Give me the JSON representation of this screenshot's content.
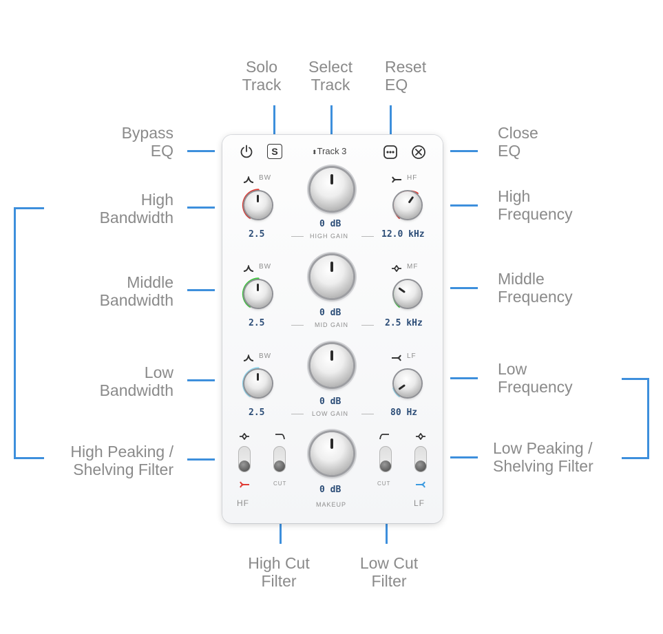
{
  "callouts": {
    "solo_track": "Solo\nTrack",
    "select_track": "Select\nTrack",
    "reset_eq": "Reset\nEQ",
    "bypass_eq": "Bypass\nEQ",
    "close_eq": "Close\nEQ",
    "high_bandwidth": "High\nBandwidth",
    "high_frequency": "High\nFrequency",
    "middle_bandwidth": "Middle\nBandwidth",
    "middle_frequency": "Middle\nFrequency",
    "low_bandwidth": "Low\nBandwidth",
    "low_frequency": "Low\nFrequency",
    "high_peaking_shelving": "High Peaking /\nShelving Filter",
    "low_peaking_shelving": "Low Peaking /\nShelving Filter",
    "high_cut": "High Cut\nFilter",
    "low_cut": "Low Cut\nFilter"
  },
  "toolbar": {
    "solo_label": "S",
    "track_label": "Track 3",
    "track_arrows": "⬍"
  },
  "high_band": {
    "bw_label": "BW",
    "bw_value": "2.5",
    "gain_value": "0 dB",
    "gain_label": "HIGH GAIN",
    "freq_label": "HF",
    "freq_value": "12.0 kHz",
    "ring_color": "#e03a33"
  },
  "mid_band": {
    "bw_label": "BW",
    "bw_value": "2.5",
    "gain_value": "0 dB",
    "gain_label": "MID GAIN",
    "freq_label": "MF",
    "freq_value": "2.5 kHz",
    "ring_color": "#3ccb3c"
  },
  "low_band": {
    "bw_label": "BW",
    "bw_value": "2.5",
    "gain_value": "0 dB",
    "gain_label": "LOW GAIN",
    "freq_label": "LF",
    "freq_value": "80 Hz",
    "ring_color": "#8fd6ee"
  },
  "bottom": {
    "hf_label": "HF",
    "lf_label": "LF",
    "cut_left": "CUT",
    "cut_right": "CUT",
    "makeup_value": "0 dB",
    "makeup_label": "MAKEUP"
  },
  "colors": {
    "callout_line": "#3d8fdc",
    "value_text": "#2c4d77",
    "hf_shelf_icon": "#e03a33",
    "lf_shelf_icon": "#3a9ae0"
  }
}
